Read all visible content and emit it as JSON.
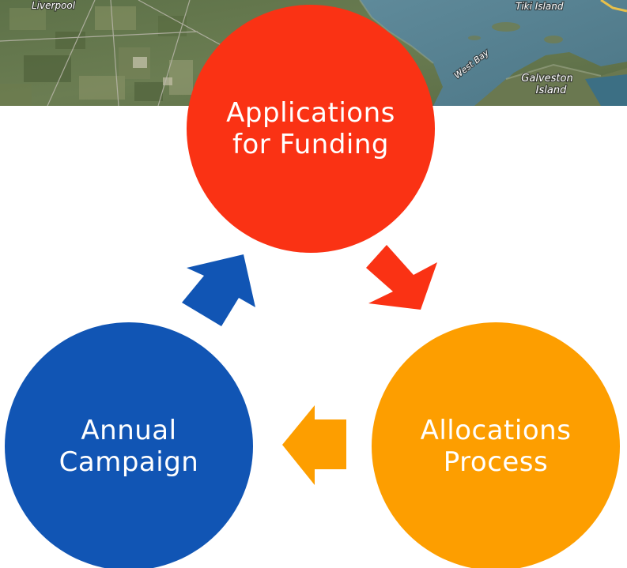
{
  "map": {
    "labels": [
      "Liverpool",
      "Tiki Island",
      "West Bay",
      "Galveston",
      "Island"
    ]
  },
  "cycle": {
    "nodes": [
      {
        "line1": "Applications",
        "line2": "for Funding",
        "color": "#fa3214"
      },
      {
        "line1": "Allocations",
        "line2": "Process",
        "color": "#fd9e00"
      },
      {
        "line1": "Annual",
        "line2": "Campaign",
        "color": "#1155b4"
      }
    ],
    "arrows": [
      {
        "from": "Applications for Funding",
        "to": "Allocations Process",
        "color": "#fa3214"
      },
      {
        "from": "Allocations Process",
        "to": "Annual Campaign",
        "color": "#fd9e00"
      },
      {
        "from": "Annual Campaign",
        "to": "Applications for Funding",
        "color": "#1155b4"
      }
    ]
  }
}
